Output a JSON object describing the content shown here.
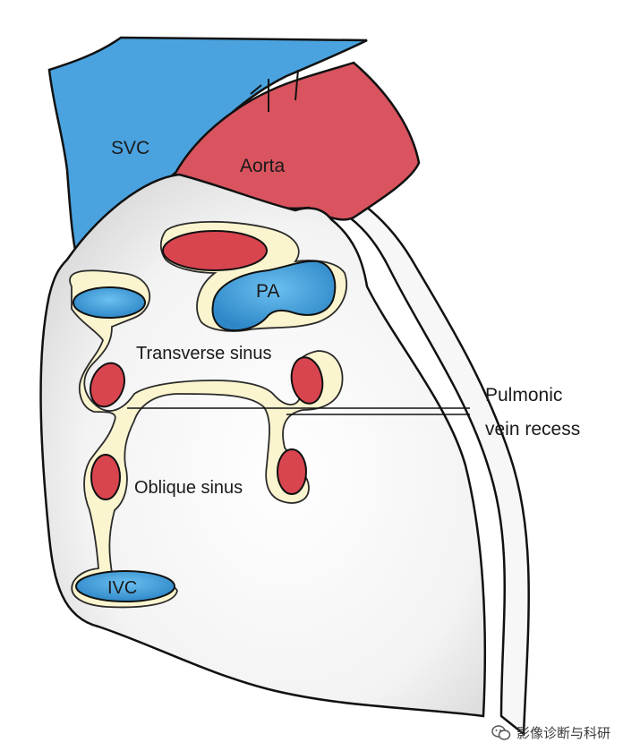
{
  "labels": {
    "svc": "SVC",
    "aorta": "Aorta",
    "pa": "PA",
    "transverse_sinus": "Transverse sinus",
    "oblique_sinus": "Oblique sinus",
    "ivc": "IVC",
    "pulmonic_line1": "Pulmonic",
    "pulmonic_line2": "vein recess"
  },
  "watermark": {
    "text": "影像诊断与科研",
    "icon": "wechat-icon"
  },
  "colors": {
    "vein_blue": "#4aa3df",
    "artery_red": "#d9454f",
    "sinus_fill": "#fbf5cf",
    "heart_fill": "#efefef",
    "outline": "#111111"
  }
}
